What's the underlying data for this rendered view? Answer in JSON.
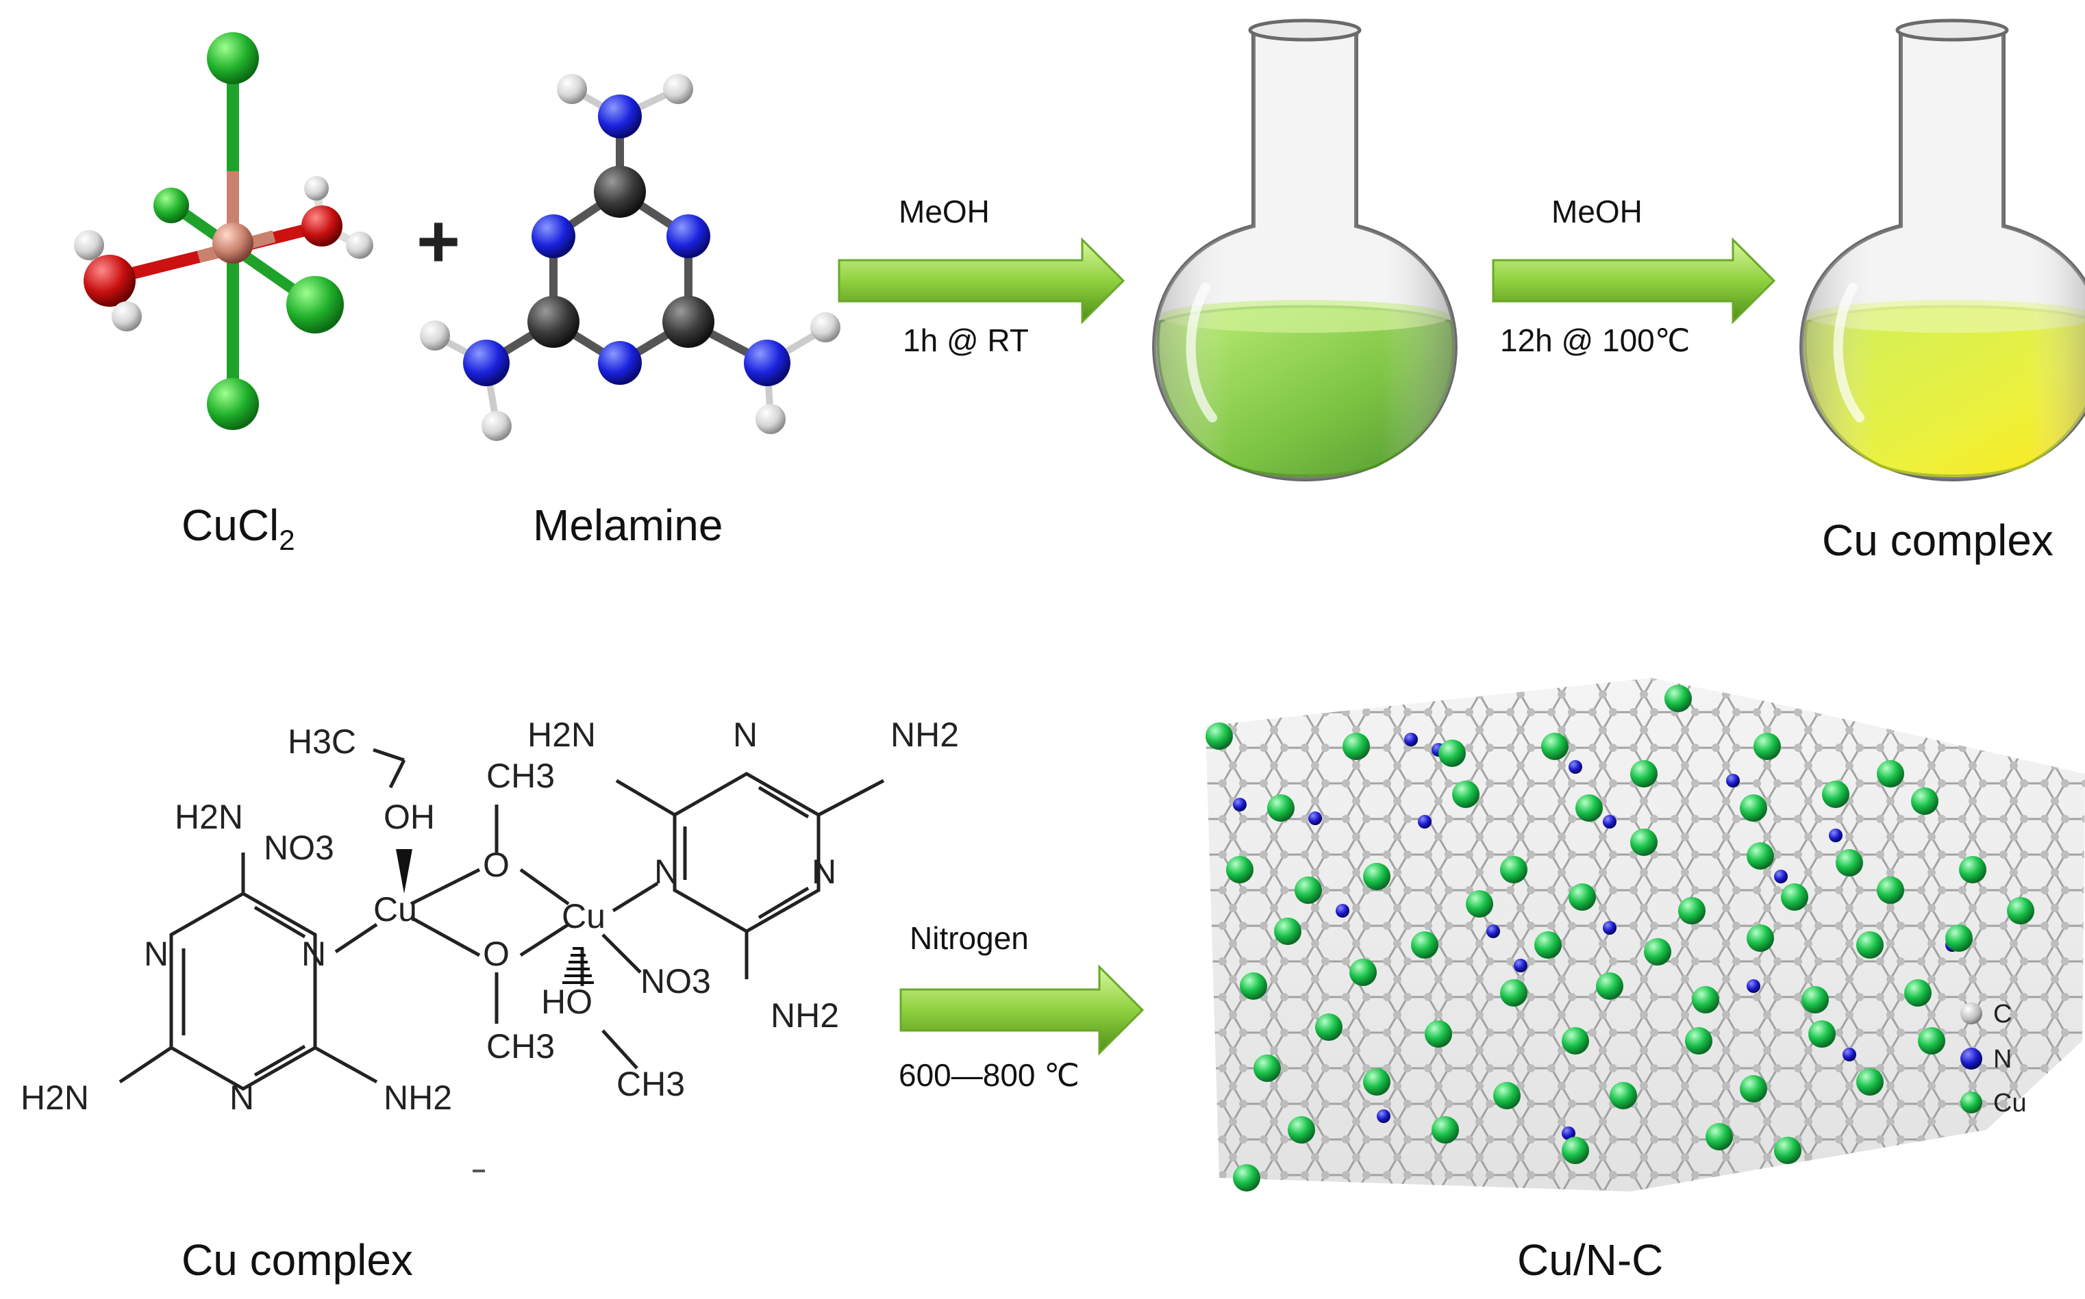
{
  "reaction_top": {
    "reactant1": {
      "text": "CuCl",
      "sub": "2"
    },
    "plus": "+",
    "reactant2": "Melamine",
    "step1": {
      "solvent": "MeOH",
      "condition": "1h @ RT"
    },
    "step2": {
      "solvent": "MeOH",
      "condition": "12h @ 100℃"
    },
    "product": "Cu complex"
  },
  "reaction_bottom": {
    "reactant": "Cu complex",
    "step": {
      "gas": "Nitrogen",
      "condition": "600—800 ℃"
    },
    "product": "Cu/N-C"
  },
  "structure_labels": {
    "h3c": "H3C",
    "oh": "OH",
    "no3": "NO3",
    "cu": "Cu",
    "o": "O",
    "ch3": "CH3",
    "ho": "HO",
    "n": "N",
    "h2n": "H2N",
    "nh2": "NH2"
  },
  "legend": [
    {
      "label": "C",
      "color": "#c8c8c8"
    },
    {
      "label": "N",
      "color": "#1a1acc"
    },
    {
      "label": "Cu",
      "color": "#19c24a"
    }
  ],
  "colors": {
    "arrow": "#8fd13f",
    "solution_green": "#7ec83a",
    "solution_yellow": "#e4ee2a",
    "cl_atom": "#1fa22a",
    "cu_atom": "#c9826e",
    "o_atom": "#cc1111",
    "n_atom": "#1a22dd",
    "c_atom": "#3a3a3a",
    "h_atom": "#dddddd"
  }
}
